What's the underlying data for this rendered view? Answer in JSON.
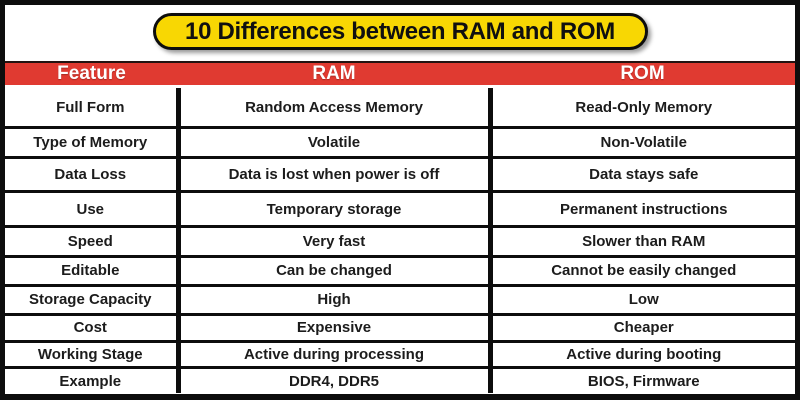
{
  "title": "10 Differences between RAM and ROM",
  "colors": {
    "banner_yellow": "#f8d703",
    "header_red": "#e03a31",
    "border_black": "#0d0d0d",
    "text_black": "#1c1c1c",
    "header_text": "#ffffff",
    "page_bg": "#ffffff"
  },
  "table": {
    "headers": [
      "Feature",
      "RAM",
      "ROM"
    ],
    "rows": [
      {
        "feature": "Full Form",
        "ram": "Random Access Memory",
        "rom": "Read-Only Memory"
      },
      {
        "feature": "Type of Memory",
        "ram": "Volatile",
        "rom": "Non-Volatile"
      },
      {
        "feature": "Data Loss",
        "ram": "Data is lost when power is off",
        "rom": "Data stays safe"
      },
      {
        "feature": "Use",
        "ram": "Temporary storage",
        "rom": "Permanent instructions"
      },
      {
        "feature": "Speed",
        "ram": "Very fast",
        "rom": "Slower than RAM"
      },
      {
        "feature": "Editable",
        "ram": "Can be changed",
        "rom": "Cannot be easily changed"
      },
      {
        "feature": "Storage Capacity",
        "ram": "High",
        "rom": "Low"
      },
      {
        "feature": "Cost",
        "ram": "Expensive",
        "rom": "Cheaper"
      },
      {
        "feature": "Working Stage",
        "ram": "Active during processing",
        "rom": "Active during booting"
      },
      {
        "feature": "Example",
        "ram": "DDR4, DDR5",
        "rom": "BIOS, Firmware"
      }
    ]
  }
}
